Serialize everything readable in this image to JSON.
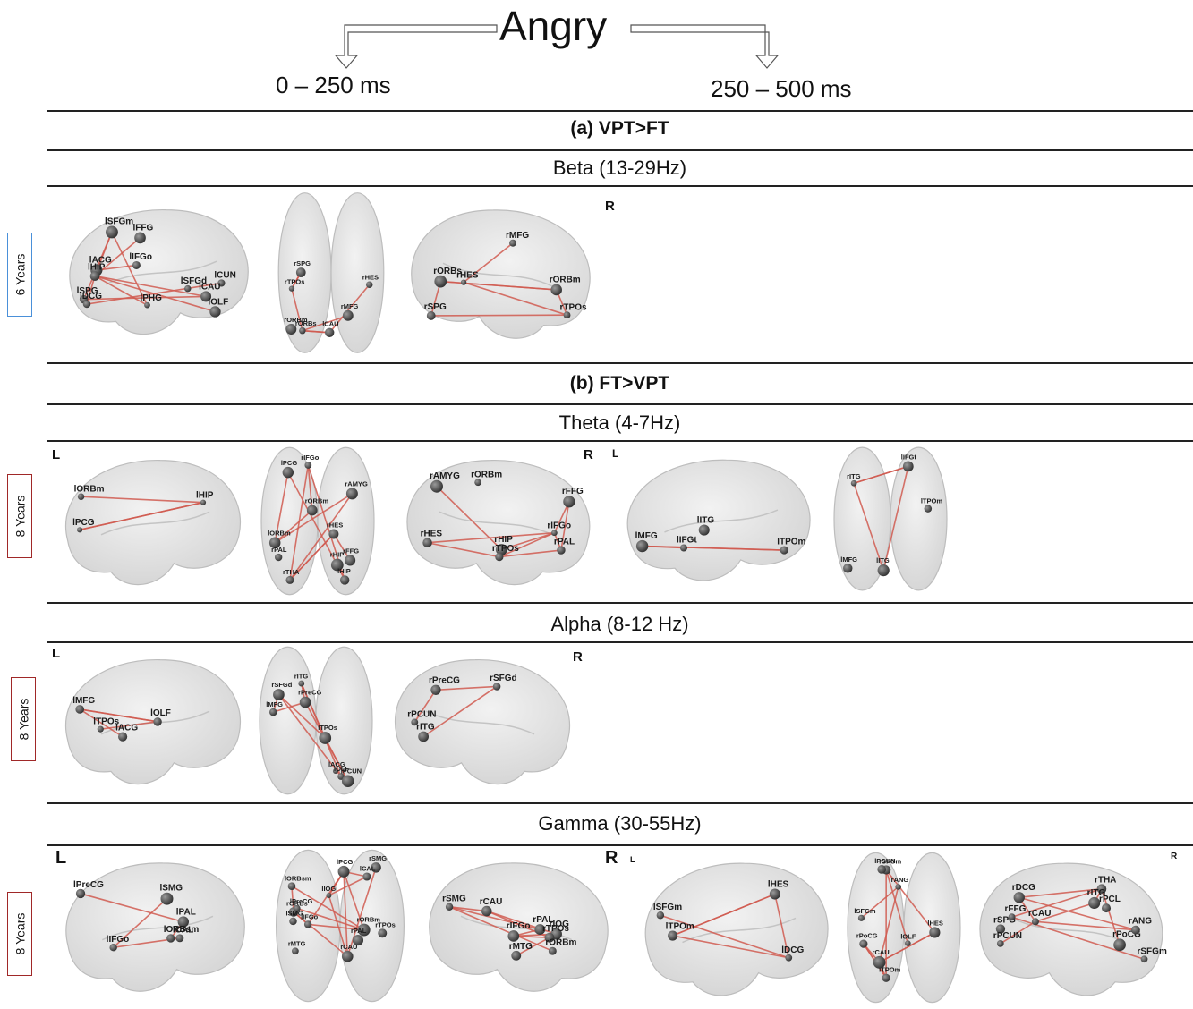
{
  "title": "Angry",
  "windows": [
    "0 – 250 ms",
    "250 – 500 ms"
  ],
  "sections": [
    {
      "label": "(a) VPT>FT"
    },
    {
      "label": "(b) FT>VPT"
    }
  ],
  "rows": [
    {
      "band": "Beta (13-29Hz)",
      "age": "6 Years",
      "age_color": "#4a90d9",
      "side_labels": [
        {
          "text": "R"
        }
      ],
      "views": [
        {
          "kind": "left",
          "labels": [
            "lSPG",
            "lSFGd",
            "lSFGm",
            "lDCG",
            "lCUN",
            "lACG",
            "lIFGo",
            "lCAU",
            "lOLF",
            "lHIP",
            "lPHG",
            "lFFG"
          ]
        },
        {
          "kind": "top",
          "labels": [
            "rORBm",
            "rORBs",
            "rMFG",
            "lCAU",
            "rTPOs",
            "rHES",
            "rSPG"
          ]
        },
        {
          "kind": "right",
          "labels": [
            "rSPG",
            "rMFG",
            "rHES",
            "rTPOs",
            "rORBs",
            "rORBm"
          ]
        }
      ]
    },
    {
      "band": "Theta (4-7Hz)",
      "age": "8 Years",
      "age_color": "#a02828",
      "side_labels": [
        {
          "text": "L"
        },
        {
          "text": "R"
        },
        {
          "text": "L"
        }
      ],
      "views": [
        {
          "kind": "left",
          "labels": [
            "lPCG",
            "lORBm",
            "lHIP"
          ]
        },
        {
          "kind": "top",
          "labels": [
            "lORBm",
            "rORBm",
            "rIFGo",
            "rPAL",
            "rAMYG",
            "rTHA",
            "rHIP",
            "rHES",
            "lHIP",
            "lPCG",
            "rFFG"
          ]
        },
        {
          "kind": "right",
          "labels": [
            "rHES",
            "rIFGo",
            "rPAL",
            "rHIP",
            "rFFG",
            "rAMYG",
            "rTPOs",
            "rORBm"
          ]
        },
        {
          "kind": "left",
          "labels": [
            "lMFG",
            "lIFGt",
            "lITG",
            "lTPOm"
          ]
        },
        {
          "kind": "top",
          "labels": [
            "lMFG",
            "lIFGt",
            "lTPOm",
            "lITG",
            "rITG"
          ]
        }
      ]
    },
    {
      "band": "Alpha (8-12 Hz)",
      "age": "8 Years",
      "age_color": "#a02828",
      "side_labels": [
        {
          "text": "L"
        },
        {
          "text": "R"
        }
      ],
      "views": [
        {
          "kind": "left",
          "labels": [
            "lMFG",
            "lACG",
            "lOLF",
            "lTPOs"
          ]
        },
        {
          "kind": "top",
          "labels": [
            "lMFG",
            "lACG",
            "rSFGd",
            "lTPOs",
            "lOLF",
            "rPreCG",
            "rITG",
            "lPCUN"
          ]
        },
        {
          "kind": "right",
          "labels": [
            "rPCUN",
            "rPreCG",
            "rSFGd",
            "rITG"
          ]
        }
      ]
    },
    {
      "band": "Gamma (30-55Hz)",
      "age": "8 Years",
      "age_color": "#a02828",
      "side_labels": [
        {
          "text": "L"
        },
        {
          "text": "R"
        },
        {
          "text": "L"
        },
        {
          "text": "R"
        }
      ],
      "views": [
        {
          "kind": "left",
          "labels": [
            "lPreCG",
            "lSMG",
            "lIFGo",
            "lPAL",
            "lORBsm",
            "lCAL"
          ]
        },
        {
          "kind": "top",
          "labels": [
            "lORBsm",
            "rORBs",
            "rORBm",
            "lIFGo",
            "rPAL",
            "rCAU",
            "rTPOs",
            "lPreCG",
            "lSMG",
            "lPCG",
            "rSMG",
            "rMTG",
            "lCAL",
            "lIOG"
          ]
        },
        {
          "kind": "right",
          "labels": [
            "rSMG",
            "rIFGo",
            "rCAU",
            "rPAL",
            "rIOG",
            "rMTG",
            "rTPOs",
            "rORBm"
          ]
        },
        {
          "kind": "left",
          "labels": [
            "lSFGm",
            "lDCG",
            "lHES",
            "lTPOm"
          ]
        },
        {
          "kind": "top",
          "labels": [
            "lSFGm",
            "rSFGm",
            "lTPOm",
            "lOLF",
            "lHES",
            "lPCUN",
            "rCAU",
            "rPoCG",
            "rANG"
          ]
        },
        {
          "kind": "right",
          "labels": [
            "rSPG",
            "rPCL",
            "rPoCG",
            "rPCUN",
            "rANG",
            "rDCG",
            "rSFGm",
            "rTHA",
            "rCAU",
            "rFFG",
            "rITG"
          ]
        }
      ]
    }
  ],
  "colors": {
    "edge": "#d05a50",
    "node": "#505050",
    "brain": "#d4d4d4",
    "label": "#1a1a1a"
  }
}
